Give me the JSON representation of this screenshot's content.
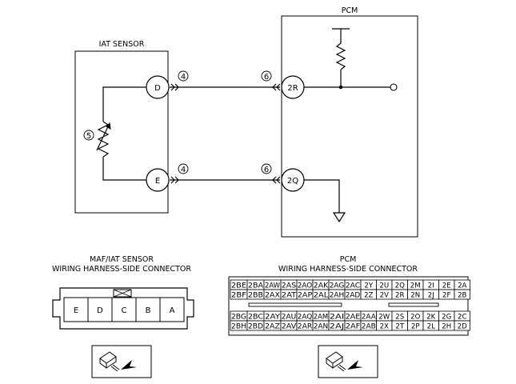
{
  "schematic": {
    "pcm_title": "PCM",
    "iat_title": "IAT SENSOR",
    "terminals": {
      "d": "D",
      "e": "E",
      "r2": "2R",
      "q2": "2Q"
    },
    "callouts": {
      "wire_d_sensor": "4",
      "wire_e_sensor": "4",
      "wire_d_pcm": "6",
      "wire_e_pcm": "6",
      "thermistor": "5"
    }
  },
  "maf_connector": {
    "title_line1": "MAF/IAT SENSOR",
    "title_line2": "WIRING HARNESS-SIDE CONNECTOR",
    "pins": [
      "E",
      "D",
      "C",
      "B",
      "A"
    ]
  },
  "pcm_connector": {
    "title_line1": "PCM",
    "title_line2": "WIRING HARNESS-SIDE CONNECTOR",
    "upper_rows": [
      [
        "2BE",
        "2BA",
        "2AW",
        "2AS",
        "2AO",
        "2AK",
        "2AG",
        "2AC",
        "2Y",
        "2U",
        "2Q",
        "2M",
        "2I",
        "2E",
        "2A"
      ],
      [
        "2BF",
        "2BB",
        "2AX",
        "2AT",
        "2AP",
        "2AL",
        "2AH",
        "2AD",
        "2Z",
        "2V",
        "2R",
        "2N",
        "2J",
        "2F",
        "2B"
      ]
    ],
    "lower_rows": [
      [
        "2BG",
        "2BC",
        "2AY",
        "2AU",
        "2AQ",
        "2AM",
        "2AI",
        "2AE",
        "2AA",
        "2W",
        "2S",
        "2O",
        "2K",
        "2G",
        "2C"
      ],
      [
        "2BH",
        "2BD",
        "2AZ",
        "2AV",
        "2AR",
        "2AN",
        "2AJ",
        "2AF",
        "2AB",
        "2X",
        "2T",
        "2P",
        "2L",
        "2H",
        "2D"
      ]
    ]
  }
}
